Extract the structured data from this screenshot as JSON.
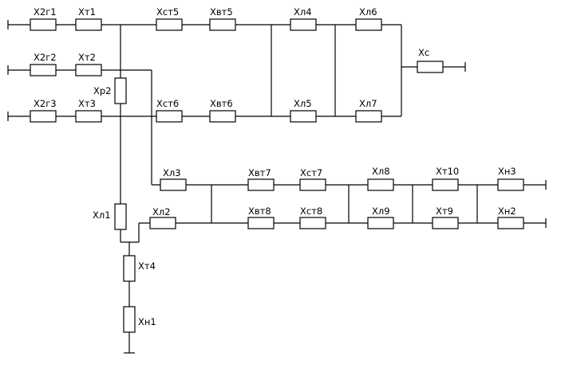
{
  "diagram": {
    "labels": {
      "x2g1": "X2г1",
      "xt1": "Xт1",
      "xst5": "Xст5",
      "xvt5": "Xвт5",
      "xl4": "Xл4",
      "xl6": "Xл6",
      "x2g2": "X2г2",
      "xt2": "Xт2",
      "xr2": "Xр2",
      "xc": "Xс",
      "x2g3": "X2г3",
      "xt3": "Xт3",
      "xst6": "Xст6",
      "xvt6": "Xвт6",
      "xl5": "Xл5",
      "xl7": "Xл7",
      "xl3": "Xл3",
      "xvt7": "Xвт7",
      "xst7": "Xст7",
      "xl8": "Xл8",
      "xt10": "Xт10",
      "xn3": "Xн3",
      "xl1": "Xл1",
      "xl2": "Xл2",
      "xvt8": "Xвт8",
      "xst8": "Xст8",
      "xl9": "Xл9",
      "xt9": "Xт9",
      "xn2": "Xн2",
      "xt4": "Xт4",
      "xn1": "Xн1"
    }
  }
}
